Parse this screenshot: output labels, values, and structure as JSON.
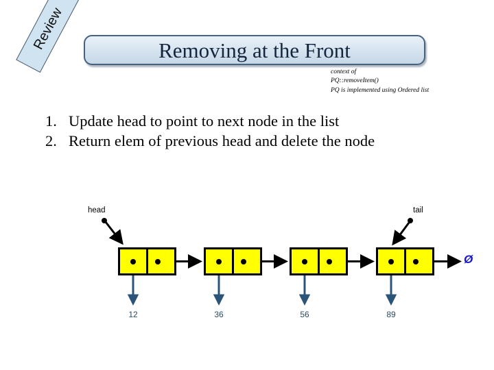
{
  "slide": {
    "review_tab_label": "Review",
    "title": "Removing at the Front",
    "context_note_lines": [
      "context of",
      "PQ::removeItem()",
      "PQ is implemented using Ordered list"
    ],
    "steps": [
      {
        "number": "1.",
        "text": "Update head to point to next node in the list"
      },
      {
        "number": "2.",
        "text": "Return elem of previous head and delete the node"
      }
    ]
  },
  "diagram": {
    "head_label": "head",
    "tail_label": "tail",
    "null_symbol": "Ø",
    "nodes": [
      {
        "value": "12"
      },
      {
        "value": "36"
      },
      {
        "value": "56"
      },
      {
        "value": "89"
      }
    ]
  },
  "colors": {
    "node_fill": "#ffff00",
    "node_border": "#000000",
    "banner_border": "#47617f",
    "banner_fill": "#d5e3ef",
    "title_text": "#15253d",
    "review_tab_fill": "#cfe3f0",
    "value_text": "#2b4a63",
    "null_text": "#1515cc",
    "pointer_arrow": "#000000",
    "value_arrow": "#2b5578"
  }
}
